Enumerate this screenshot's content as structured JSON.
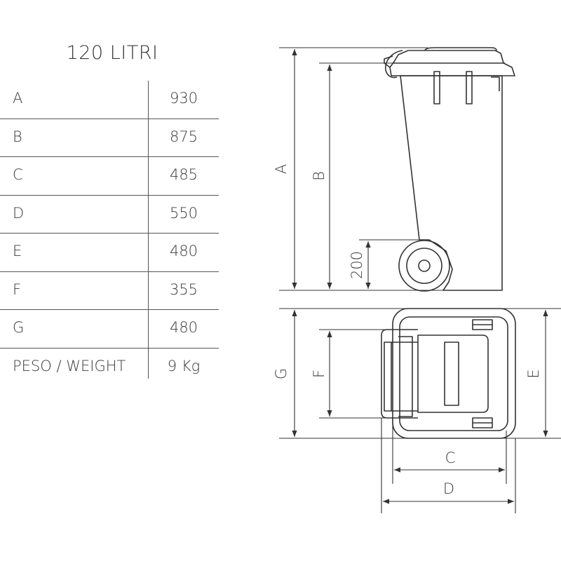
{
  "title": "120 LITRI",
  "specs": [
    {
      "key": "A",
      "value": "930"
    },
    {
      "key": "B",
      "value": "875"
    },
    {
      "key": "C",
      "value": "485"
    },
    {
      "key": "D",
      "value": "550"
    },
    {
      "key": "E",
      "value": "480"
    },
    {
      "key": "F",
      "value": "355"
    },
    {
      "key": "G",
      "value": "480"
    },
    {
      "key": "PESO / WEIGHT",
      "value": "9 Kg"
    }
  ],
  "labels": {
    "a": "A",
    "b": "B",
    "c": "C",
    "d": "D",
    "e": "E",
    "f": "F",
    "g": "G",
    "wheel_height": "200"
  }
}
